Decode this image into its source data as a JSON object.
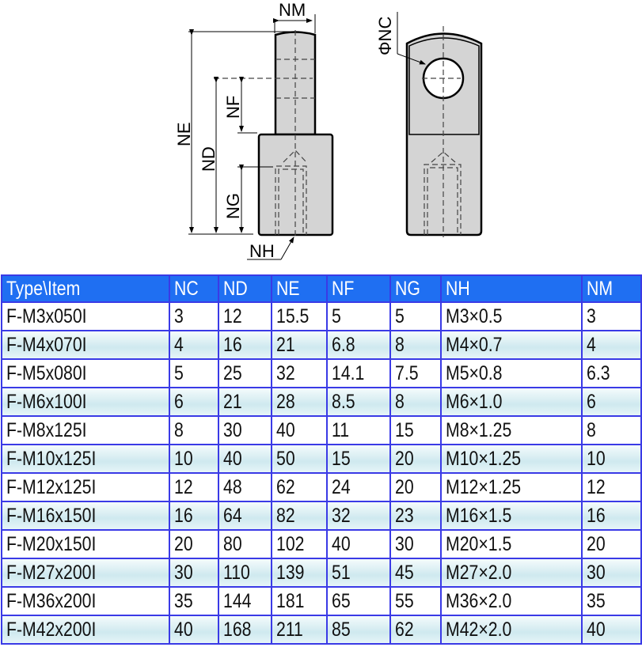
{
  "drawing": {
    "labels": {
      "nm": "NM",
      "nc": "ΦNC",
      "ne": "NE",
      "nd": "ND",
      "nf": "NF",
      "ng": "NG",
      "nh": "NH"
    }
  },
  "table": {
    "headers": [
      "Type\\Item",
      "NC",
      "ND",
      "NE",
      "NF",
      "NG",
      "NH",
      "NM"
    ],
    "rows": [
      [
        "F-M3x050I",
        "3",
        "12",
        "15.5",
        "5",
        "5",
        "M3×0.5",
        "3"
      ],
      [
        "F-M4x070I",
        "4",
        "16",
        "21",
        "6.8",
        "8",
        "M4×0.7",
        "4"
      ],
      [
        "F-M5x080I",
        "5",
        "25",
        "32",
        "14.1",
        "7.5",
        "M5×0.8",
        "6.3"
      ],
      [
        "F-M6x100I",
        "6",
        "21",
        "28",
        "8.5",
        "8",
        "M6×1.0",
        "6"
      ],
      [
        "F-M8x125I",
        "8",
        "30",
        "40",
        "11",
        "15",
        "M8×1.25",
        "8"
      ],
      [
        "F-M10x125I",
        "10",
        "40",
        "50",
        "15",
        "20",
        "M10×1.25",
        "10"
      ],
      [
        "F-M12x125I",
        "12",
        "48",
        "62",
        "24",
        "20",
        "M12×1.25",
        "12"
      ],
      [
        "F-M16x150I",
        "16",
        "64",
        "82",
        "32",
        "23",
        "M16×1.5",
        "16"
      ],
      [
        "F-M20x150I",
        "20",
        "80",
        "102",
        "40",
        "30",
        "M20×1.5",
        "20"
      ],
      [
        "F-M27x200I",
        "30",
        "110",
        "139",
        "51",
        "45",
        "M27×2.0",
        "30"
      ],
      [
        "F-M36x200I",
        "35",
        "144",
        "181",
        "65",
        "55",
        "M36×2.0",
        "35"
      ],
      [
        "F-M42x200I",
        "40",
        "168",
        "211",
        "85",
        "62",
        "M42×2.0",
        "40"
      ]
    ]
  }
}
